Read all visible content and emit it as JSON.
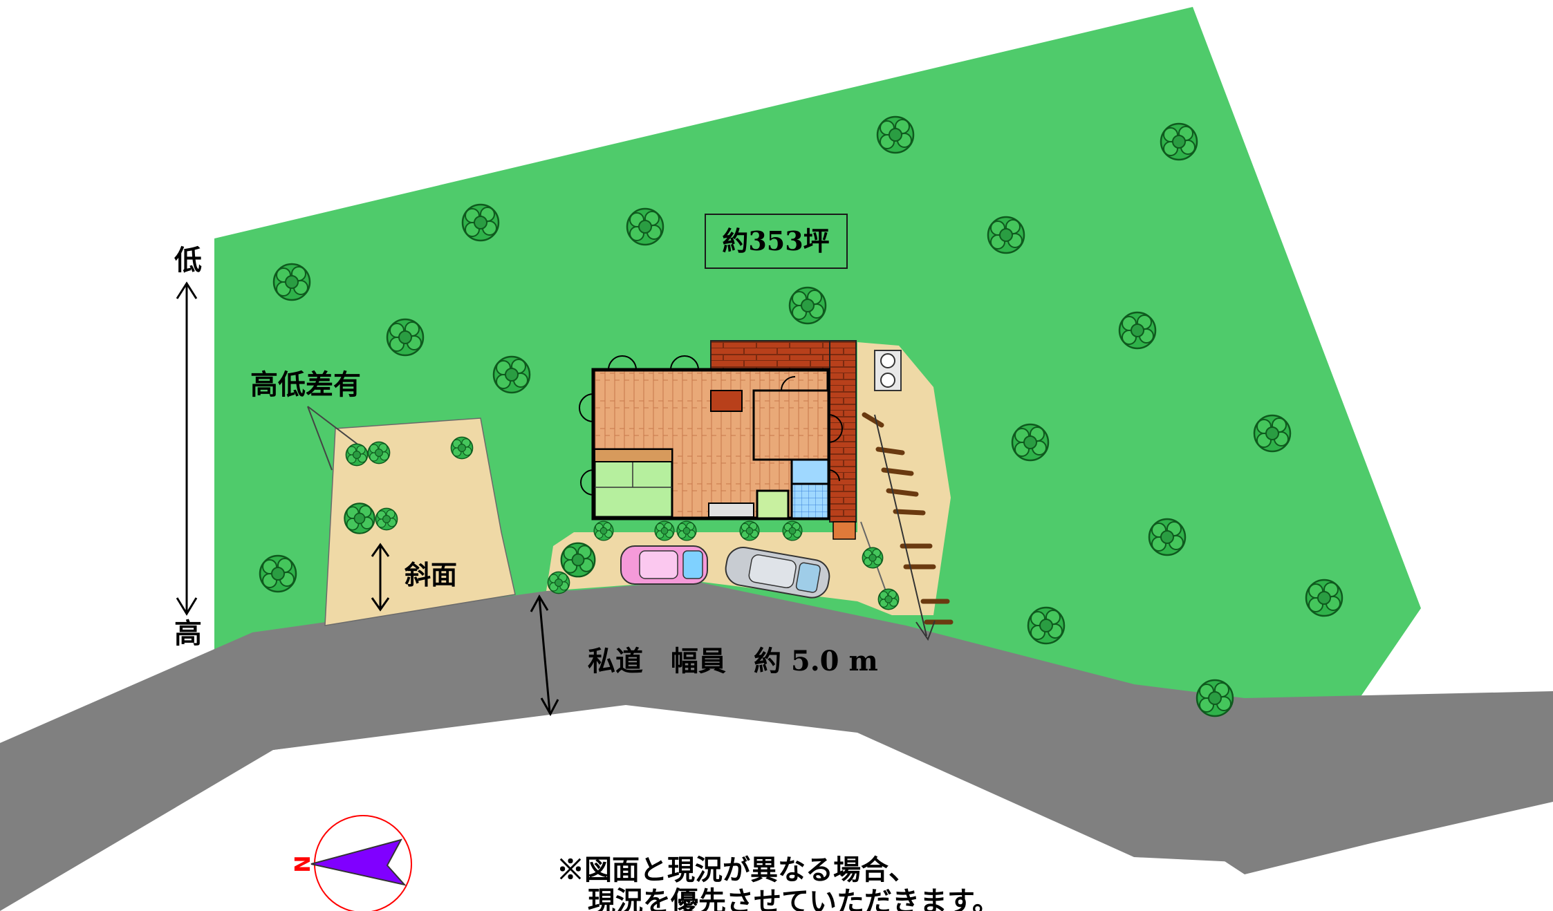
{
  "site_plan": {
    "area_label": "約353坪",
    "elevation_low": "低",
    "elevation_high": "高",
    "height_difference": "高低差有",
    "slope": "斜面",
    "road": "私道　幅員　約 5.0 m",
    "compass_north": "N",
    "notice_line1": "※図面と現況が異なる場合、",
    "notice_line2": "現況を優先させていただきます。"
  },
  "colors": {
    "lawn": "#4fcb6b",
    "road": "#808080",
    "yard": "#efd9a6",
    "tree": "#2fb24a",
    "deck": "#b8401b",
    "floor": "#e9a978",
    "tatami": "#b6ef9e",
    "compass": "#8000ff",
    "compass_ring": "#ff0000"
  },
  "trees": [
    "tree-icon"
  ],
  "vehicles": [
    "pink-car-icon",
    "silver-car-icon"
  ]
}
